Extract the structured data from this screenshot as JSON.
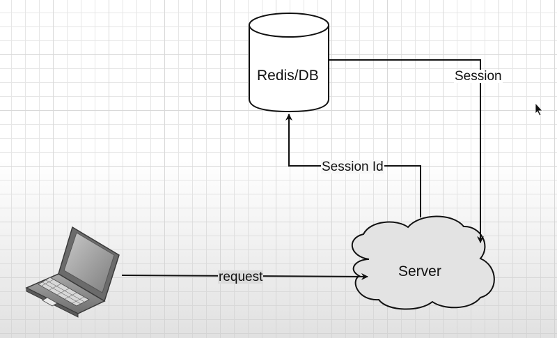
{
  "diagram": {
    "nodes": {
      "database": {
        "label": "Redis/DB",
        "icon": "cylinder-database-icon"
      },
      "server": {
        "label": "Server",
        "icon": "cloud-icon"
      },
      "client": {
        "icon": "laptop-icon"
      }
    },
    "edges": {
      "request": {
        "label": "request",
        "from": "client",
        "to": "server"
      },
      "session_id": {
        "label": "Session Id",
        "from": "server",
        "to": "database"
      },
      "session": {
        "label": "Session",
        "from": "database",
        "to": "server"
      }
    },
    "cursor": {
      "icon": "mouse-pointer-icon"
    }
  },
  "colors": {
    "stroke": "#111111",
    "cloud_fill": "#e3e3e3",
    "database_fill": "#ffffff",
    "laptop_body": "#8a8a8a",
    "laptop_screen": "#9d9d9d"
  }
}
